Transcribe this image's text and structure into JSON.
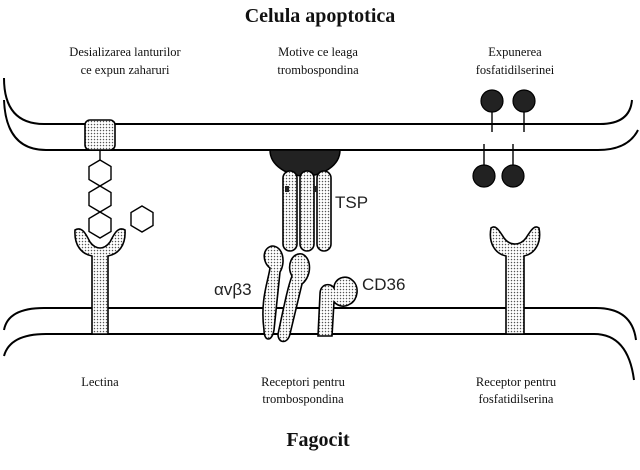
{
  "title_top": "Celula apoptotica",
  "title_bottom": "Fagocit",
  "top_labels": {
    "left": [
      "Desializarea lanturilor",
      "ce expun zaharuri"
    ],
    "center": [
      "Motive ce leaga",
      "trombospondina"
    ],
    "right": [
      "Expunerea",
      "fosfatidilserinei"
    ]
  },
  "bottom_labels": {
    "left": [
      "Lectina"
    ],
    "center": [
      "Receptori pentru",
      "trombospondina"
    ],
    "right": [
      "Receptor pentru",
      "fosfatidilserina"
    ]
  },
  "molecules": {
    "tsp": "TSP",
    "integrin": "αvβ3",
    "cd36": "CD36"
  }
}
